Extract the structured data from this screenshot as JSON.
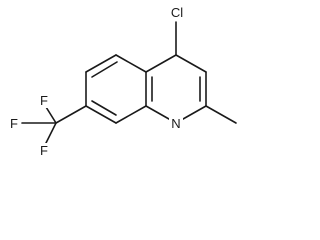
{
  "molecule": {
    "atoms": {
      "chlorine": "Cl",
      "nitrogen": "N",
      "fluorine_1": "F",
      "fluorine_2": "F",
      "fluorine_3": "F"
    }
  },
  "colors": {
    "bond": "#1a1a1a",
    "background": "#ffffff"
  }
}
